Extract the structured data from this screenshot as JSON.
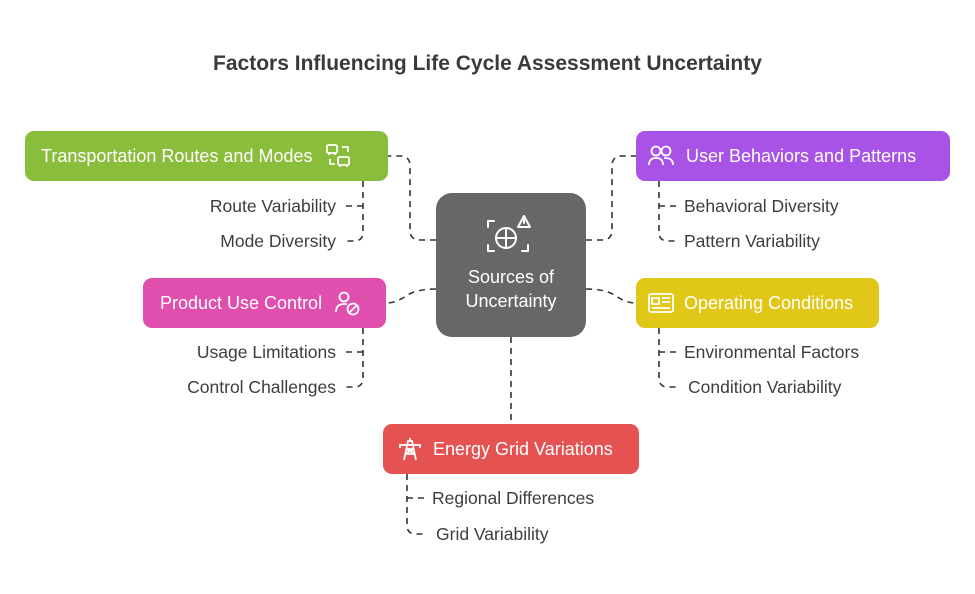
{
  "title": "Factors Influencing Life Cycle Assessment Uncertainty",
  "center": {
    "label": "Sources of Uncertainty",
    "icon": "uncertainty-chart-warning-icon"
  },
  "colors": {
    "transport": "#8bbd3c",
    "product": "#e04fae",
    "energy": "#e55252",
    "user": "#a852e6",
    "operating": "#e0c718",
    "center": "#676767",
    "connector": "#333333"
  },
  "factors": {
    "transport": {
      "label": "Transportation Routes and Modes",
      "icon": "transport-vehicles-icon",
      "items": [
        "Route Variability",
        "Mode Diversity"
      ]
    },
    "product": {
      "label": "Product Use Control",
      "icon": "user-blocked-icon",
      "items": [
        "Usage Limitations",
        "Control Challenges"
      ]
    },
    "energy": {
      "label": "Energy Grid Variations",
      "icon": "power-tower-icon",
      "items": [
        "Regional Differences",
        "Grid Variability"
      ]
    },
    "user": {
      "label": "User Behaviors and Patterns",
      "icon": "users-icon",
      "items": [
        "Behavioral Diversity",
        "Pattern Variability"
      ]
    },
    "operating": {
      "label": "Operating Conditions",
      "icon": "operating-panel-icon",
      "items": [
        "Environmental Factors",
        "Condition Variability"
      ]
    }
  }
}
